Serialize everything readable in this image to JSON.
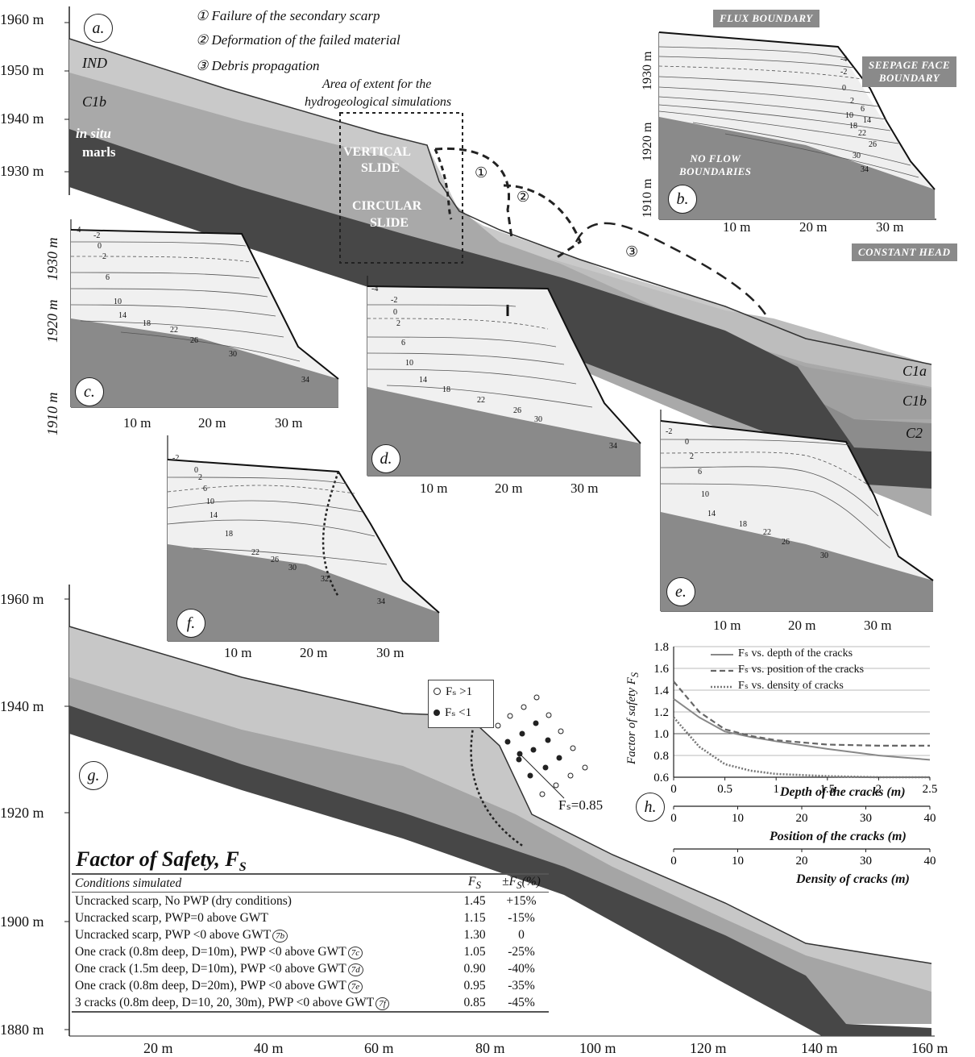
{
  "panel_a": {
    "label": "a.",
    "y_ticks": [
      "1960 m",
      "1950 m",
      "1940 m",
      "1930 m"
    ],
    "steps": [
      "① Failure of the secondary scarp",
      "② Deformation of the failed material",
      "③ Debris propagation"
    ],
    "step_markers": [
      "①",
      "②",
      "③"
    ],
    "area_label_1": "Area of extent for the",
    "area_label_2": "hydrogeological simulations",
    "layer_ind": "IND",
    "layer_c1b_left": "C1b",
    "layer_marls_1": "in situ",
    "layer_marls_2": "marls",
    "vertical_1": "VERTICAL",
    "vertical_2": "SLIDE",
    "circular_1": "CIRCULAR",
    "circular_2": "SLIDE",
    "layer_c1a": "C1a",
    "layer_c1b": "C1b",
    "layer_c2": "C2"
  },
  "panel_b": {
    "label": "b.",
    "y_ticks": [
      "1930 m",
      "1920 m",
      "1910 m"
    ],
    "x_ticks": [
      "10 m",
      "20 m",
      "30 m"
    ],
    "contours": [
      "-4",
      "-2",
      "0",
      "2",
      "6",
      "10",
      "14",
      "18",
      "22",
      "26",
      "30",
      "34"
    ],
    "flux": "FLUX BOUNDARY",
    "seepage_1": "SEEPAGE FACE",
    "seepage_2": "BOUNDARY",
    "noflow_1": "NO FLOW",
    "noflow_2": "BOUNDARIES",
    "constant": "CONSTANT HEAD"
  },
  "panel_c": {
    "label": "c.",
    "y_ticks": [
      "1930 m",
      "1920 m",
      "1910 m"
    ],
    "x_ticks": [
      "10 m",
      "20 m",
      "30 m"
    ],
    "contours": [
      "-4",
      "-2",
      "0",
      "2",
      "6",
      "10",
      "14",
      "18",
      "22",
      "26",
      "30",
      "34"
    ]
  },
  "panel_d": {
    "label": "d.",
    "x_ticks": [
      "10 m",
      "20 m",
      "30 m"
    ],
    "contours": [
      "-4",
      "-2",
      "0",
      "2",
      "6",
      "10",
      "14",
      "18",
      "22",
      "26",
      "30",
      "34"
    ]
  },
  "panel_e": {
    "label": "e.",
    "x_ticks": [
      "10 m",
      "20 m",
      "30 m"
    ],
    "contours": [
      "-2",
      "0",
      "2",
      "6",
      "10",
      "14",
      "18",
      "22",
      "26",
      "30"
    ]
  },
  "panel_f": {
    "label": "f.",
    "x_ticks": [
      "10 m",
      "20 m",
      "30 m"
    ],
    "contours": [
      "-2",
      "0",
      "2",
      "6",
      "10",
      "14",
      "18",
      "22",
      "26",
      "30",
      "32",
      "34"
    ]
  },
  "panel_g": {
    "label": "g.",
    "y_ticks": [
      "1960 m",
      "1940 m",
      "1920 m",
      "1900 m",
      "1880 m"
    ],
    "x_ticks": [
      "20 m",
      "40 m",
      "60 m",
      "80 m",
      "100 m",
      "120 m",
      "140 m",
      "160 m"
    ],
    "legend_gt": "Fₛ >1",
    "legend_lt": "Fₛ <1",
    "fs_annotation": "Fₛ=0.85"
  },
  "fs_table": {
    "title": "Factor of Safety, F",
    "title_sub": "S",
    "col_conditions": "Conditions simulated",
    "col_fs": "F",
    "col_fs_sub": "S",
    "col_pct": "±F",
    "col_pct_sub": "S",
    "col_pct_unit": "(%)",
    "rows": [
      {
        "cond": "Uncracked scarp, No PWP (dry conditions)",
        "tag": "",
        "fs": "1.45",
        "pct": "+15%"
      },
      {
        "cond": "Uncracked scarp, PWP=0 above GWT",
        "tag": "",
        "fs": "1.15",
        "pct": "-15%"
      },
      {
        "cond": "Uncracked scarp, PWP <0 above GWT",
        "tag": "7b",
        "fs": "1.30",
        "pct": "0"
      },
      {
        "cond": "One crack (0.8m deep, D=10m), PWP <0 above GWT",
        "tag": "7c",
        "fs": "1.05",
        "pct": "-25%"
      },
      {
        "cond": "One crack (1.5m deep, D=10m), PWP <0 above GWT",
        "tag": "7d",
        "fs": "0.90",
        "pct": "-40%"
      },
      {
        "cond": "One crack (0.8m deep, D=20m), PWP <0 above GWT",
        "tag": "7e",
        "fs": "0.95",
        "pct": "-35%"
      },
      {
        "cond": "3 cracks (0.8m deep, D=10, 20, 30m), PWP <0 above GWT",
        "tag": "7f",
        "fs": "0.85",
        "pct": "-45%"
      }
    ]
  },
  "chart_data": {
    "type": "line",
    "panel_label": "h.",
    "ylabel": "Factor of safety F",
    "ylabel_sub": "S",
    "ylim": [
      0.6,
      1.8
    ],
    "y_ticks": [
      "1.8",
      "1.6",
      "1.4",
      "1.2",
      "1.0",
      "0.8",
      "0.6"
    ],
    "x_axes": [
      {
        "label": "Depth of the cracks (m)",
        "ticks": [
          "0",
          "0.5",
          "1",
          "1.5",
          "2",
          "2.5"
        ],
        "range": [
          0,
          2.5
        ]
      },
      {
        "label": "Position of the cracks (m)",
        "ticks": [
          "0",
          "10",
          "20",
          "30",
          "40"
        ],
        "range": [
          0,
          40
        ]
      },
      {
        "label": "Density of cracks (m)",
        "ticks": [
          "0",
          "10",
          "20",
          "30",
          "40"
        ],
        "range": [
          0,
          40
        ]
      }
    ],
    "grid": true,
    "legend_position": "top-right",
    "series": [
      {
        "name": "Fₛ vs. depth of the cracks",
        "style": "solid",
        "x": [
          0,
          0.25,
          0.5,
          0.75,
          1,
          1.5,
          2,
          2.5
        ],
        "values": [
          1.32,
          1.15,
          1.02,
          0.97,
          0.93,
          0.86,
          0.8,
          0.76
        ]
      },
      {
        "name": "Fₛ vs. position of the cracks",
        "style": "dashed",
        "x": [
          0,
          0.25,
          0.5,
          0.75,
          1,
          1.5,
          2,
          2.5
        ],
        "values": [
          1.48,
          1.2,
          1.04,
          0.98,
          0.94,
          0.9,
          0.89,
          0.89
        ]
      },
      {
        "name": "Fₛ vs. density of cracks",
        "style": "dotted",
        "x": [
          0,
          0.25,
          0.5,
          0.75,
          1,
          1.5,
          2,
          2.5
        ],
        "values": [
          1.15,
          0.88,
          0.72,
          0.66,
          0.63,
          0.61,
          0.6,
          0.6
        ]
      }
    ]
  },
  "colors": {
    "ind": "#c9c9c9",
    "c1a": "#bdbdbd",
    "c1b": "#a7a7a7",
    "c2": "#8f8f8f",
    "marls": "#4a4a4a",
    "tag_box": "#8a8a8a"
  }
}
